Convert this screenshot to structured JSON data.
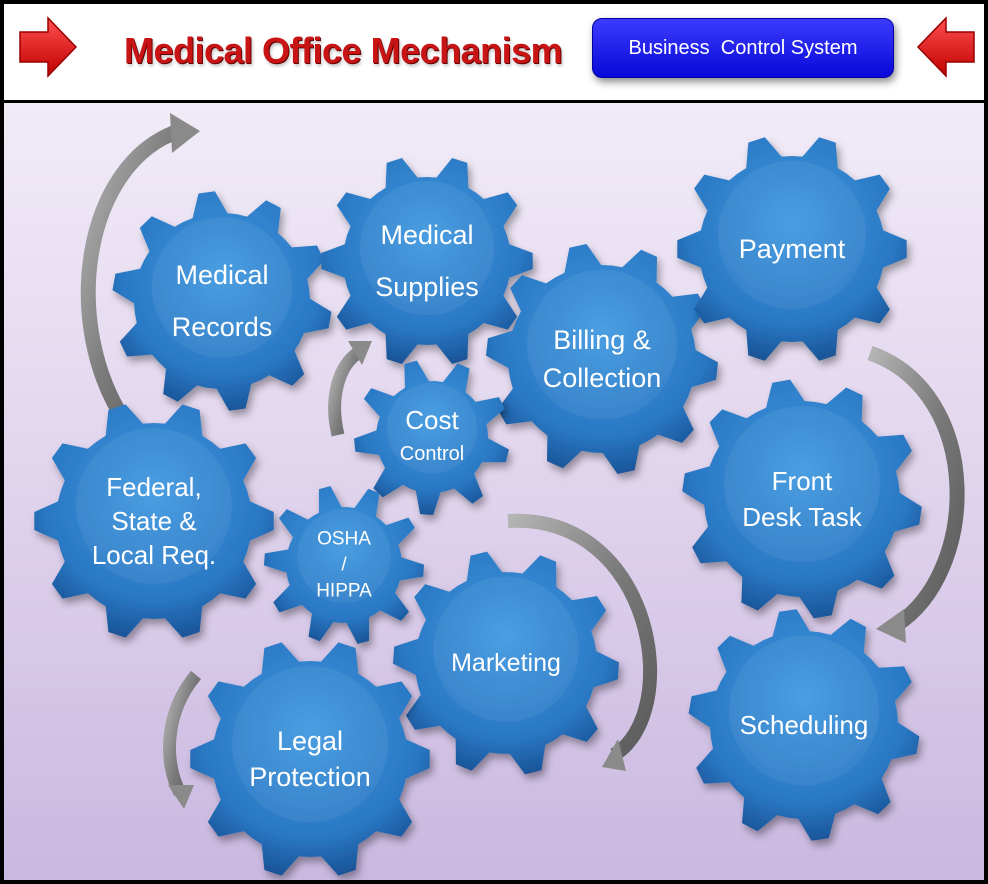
{
  "header": {
    "title": "Medical Office  Mechanism",
    "button_label": "Business  Control System",
    "arrow_color": "#e01010"
  },
  "colors": {
    "gear": "#2f86d0",
    "gear_dark": "#124d8c",
    "title": "#c81414",
    "button": "#1212e6",
    "cycle_arrow": "#8a8a8a"
  },
  "gears": [
    {
      "id": "medical-records",
      "lines": [
        "Medical",
        "Records"
      ]
    },
    {
      "id": "medical-supplies",
      "lines": [
        "Medical",
        "Supplies"
      ]
    },
    {
      "id": "billing-collection",
      "lines": [
        "Billing  &",
        "Collection"
      ]
    },
    {
      "id": "payment",
      "lines": [
        "Payment"
      ]
    },
    {
      "id": "cost-control",
      "lines": [
        "Cost",
        "Control"
      ]
    },
    {
      "id": "federal-state-local",
      "lines": [
        "Federal,",
        "State &",
        "Local Req."
      ]
    },
    {
      "id": "osha-hippa",
      "lines": [
        "OSHA",
        "/",
        "HIPPA"
      ]
    },
    {
      "id": "front-desk-task",
      "lines": [
        "Front",
        "Desk Task"
      ]
    },
    {
      "id": "marketing",
      "lines": [
        "Marketing"
      ]
    },
    {
      "id": "legal-protection",
      "lines": [
        "Legal",
        "Protection"
      ]
    },
    {
      "id": "scheduling",
      "lines": [
        "Scheduling"
      ]
    }
  ]
}
